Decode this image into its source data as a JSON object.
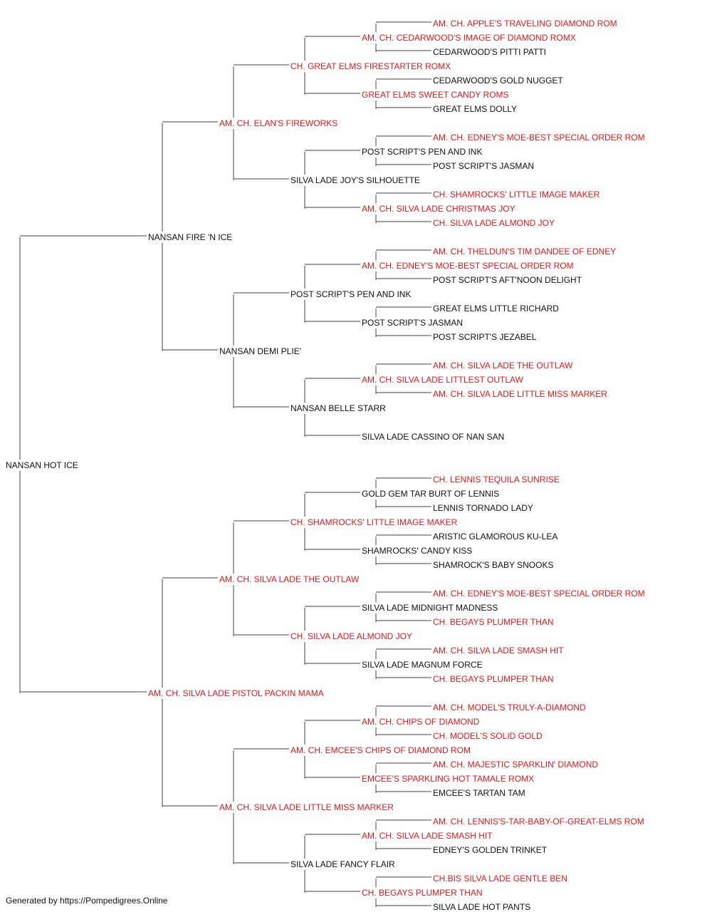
{
  "colors": {
    "champion": "#e8161b",
    "normal": "#111111",
    "line": "#444444"
  },
  "footer": "Generated by https://Pompedigrees.Online",
  "pedigree": {
    "name": "NANSAN HOT ICE",
    "champion": false,
    "sire": {
      "name": "NANSAN FIRE 'N ICE",
      "champion": false,
      "sire": {
        "name": "AM. CH. ELAN'S FIREWORKS",
        "champion": true,
        "sire": {
          "name": "CH. GREAT ELMS FIRESTARTER ROMX",
          "champion": true,
          "sire": {
            "name": "AM. CH. CEDARWOOD'S IMAGE OF DIAMOND ROMX",
            "champion": true,
            "sire": {
              "name": "AM. CH. APPLE'S TRAVELING DIAMOND ROM",
              "champion": true
            },
            "dam": {
              "name": "CEDARWOOD'S PITTI PATTI",
              "champion": false
            }
          },
          "dam": {
            "name": "GREAT ELMS SWEET CANDY ROMS",
            "champion": true,
            "sire": {
              "name": "CEDARWOOD'S GOLD NUGGET",
              "champion": false
            },
            "dam": {
              "name": "GREAT ELMS DOLLY",
              "champion": false
            }
          }
        },
        "dam": {
          "name": "SILVA LADE JOY'S SILHOUETTE",
          "champion": false,
          "sire": {
            "name": "POST SCRIPT'S PEN AND INK",
            "champion": false,
            "sire": {
              "name": "AM. CH. EDNEY'S MOE-BEST SPECIAL ORDER ROM",
              "champion": true
            },
            "dam": {
              "name": "POST SCRIPT'S JASMAN",
              "champion": false
            }
          },
          "dam": {
            "name": "AM. CH. SILVA LADE CHRISTMAS JOY",
            "champion": true,
            "sire": {
              "name": "CH. SHAMROCKS' LITTLE IMAGE MAKER",
              "champion": true
            },
            "dam": {
              "name": "CH. SILVA LADE ALMOND JOY",
              "champion": true
            }
          }
        }
      },
      "dam": {
        "name": "NANSAN DEMI PLIE'",
        "champion": false,
        "sire": {
          "name": "POST SCRIPT'S PEN AND INK",
          "champion": false,
          "sire": {
            "name": "AM. CH. EDNEY'S MOE-BEST SPECIAL ORDER ROM",
            "champion": true,
            "sire": {
              "name": "AM. CH. THELDUN'S TIM DANDEE OF EDNEY",
              "champion": true
            },
            "dam": {
              "name": "POST SCRIPT'S AFT'NOON DELIGHT",
              "champion": false
            }
          },
          "dam": {
            "name": "POST SCRIPT'S JASMAN",
            "champion": false,
            "sire": {
              "name": "GREAT ELMS LITTLE RICHARD",
              "champion": false
            },
            "dam": {
              "name": "POST SCRIPT'S JEZABEL",
              "champion": false
            }
          }
        },
        "dam": {
          "name": "NANSAN BELLE STARR",
          "champion": false,
          "sire": {
            "name": "AM. CH. SILVA LADE LITTLEST OUTLAW",
            "champion": true,
            "sire": {
              "name": "AM. CH. SILVA LADE THE OUTLAW",
              "champion": true
            },
            "dam": {
              "name": "AM. CH. SILVA LADE LITTLE MISS MARKER",
              "champion": true
            }
          },
          "dam": {
            "name": "SILVA LADE CASSINO OF NAN SAN",
            "champion": false
          }
        }
      }
    },
    "dam": {
      "name": "AM. CH. SILVA LADE PISTOL PACKIN MAMA",
      "champion": true,
      "sire": {
        "name": "AM. CH. SILVA LADE THE OUTLAW",
        "champion": true,
        "sire": {
          "name": "CH. SHAMROCKS' LITTLE IMAGE MAKER",
          "champion": true,
          "sire": {
            "name": "GOLD GEM TAR BURT OF LENNIS",
            "champion": false,
            "sire": {
              "name": "CH. LENNIS TEQUILA SUNRISE",
              "champion": true
            },
            "dam": {
              "name": "LENNIS TORNADO LADY",
              "champion": false
            }
          },
          "dam": {
            "name": "SHAMROCKS' CANDY KISS",
            "champion": false,
            "sire": {
              "name": "ARISTIC GLAMOROUS KU-LEA",
              "champion": false
            },
            "dam": {
              "name": "SHAMROCK'S BABY SNOOKS",
              "champion": false
            }
          }
        },
        "dam": {
          "name": "CH. SILVA LADE ALMOND JOY",
          "champion": true,
          "sire": {
            "name": "SILVA LADE MIDNIGHT MADNESS",
            "champion": false,
            "sire": {
              "name": "AM. CH. EDNEY'S MOE-BEST SPECIAL ORDER ROM",
              "champion": true
            },
            "dam": {
              "name": "CH. BEGAYS PLUMPER THAN",
              "champion": true
            }
          },
          "dam": {
            "name": "SILVA LADE MAGNUM FORCE",
            "champion": false,
            "sire": {
              "name": "AM. CH. SILVA LADE SMASH HIT",
              "champion": true
            },
            "dam": {
              "name": "CH. BEGAYS PLUMPER THAN",
              "champion": true
            }
          }
        }
      },
      "dam": {
        "name": "AM. CH. SILVA LADE LITTLE MISS MARKER",
        "champion": true,
        "sire": {
          "name": "AM. CH. EMCEE'S CHIPS OF DIAMOND ROM",
          "champion": true,
          "sire": {
            "name": "AM. CH. CHIPS OF DIAMOND",
            "champion": true,
            "sire": {
              "name": "AM. CH. MODEL'S TRULY-A-DIAMOND",
              "champion": true
            },
            "dam": {
              "name": "CH. MODEL'S SOLID GOLD",
              "champion": true
            }
          },
          "dam": {
            "name": "EMCEE'S SPARKLING HOT TAMALE ROMX",
            "champion": true,
            "sire": {
              "name": "AM. CH. MAJESTIC SPARKLIN' DIAMOND",
              "champion": true
            },
            "dam": {
              "name": "EMCEE'S TARTAN TAM",
              "champion": false
            }
          }
        },
        "dam": {
          "name": "SILVA LADE FANCY FLAIR",
          "champion": false,
          "sire": {
            "name": "AM. CH. SILVA LADE SMASH HIT",
            "champion": true,
            "sire": {
              "name": "AM. CH. LENNIS'S-TAR-BABY-OF-GREAT-ELMS ROM",
              "champion": true
            },
            "dam": {
              "name": "EDNEY'S GOLDEN TRINKET",
              "champion": false
            }
          },
          "dam": {
            "name": "CH. BEGAYS PLUMPER THAN",
            "champion": true,
            "sire": {
              "name": "CH.BIS SILVA LADE GENTLE BEN",
              "champion": true
            },
            "dam": {
              "name": "SILVA LADE HOT PANTS",
              "champion": false
            }
          }
        }
      }
    }
  }
}
